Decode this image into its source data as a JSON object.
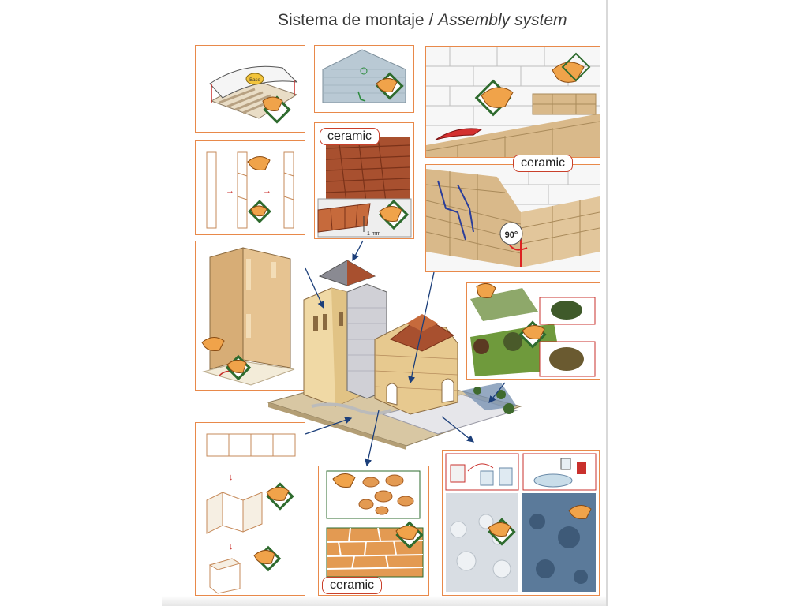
{
  "header": {
    "title_es": "Sistema de montaje",
    "separator": " / ",
    "title_en": "Assembly system"
  },
  "labels": {
    "ceramic_1": "ceramic",
    "ceramic_2": "ceramic",
    "ceramic_3": "ceramic",
    "angle": "90°",
    "gauge": "1 mm",
    "base_stamp": "Base"
  },
  "colors": {
    "panel_border": "#e8894a",
    "label_border": "#c9402b",
    "arrow": "#1c3f7a",
    "brick": "#d9b98a",
    "roof_tile": "#a8502f",
    "grass": "#6f9a3c",
    "water": "#5b7a9a"
  }
}
